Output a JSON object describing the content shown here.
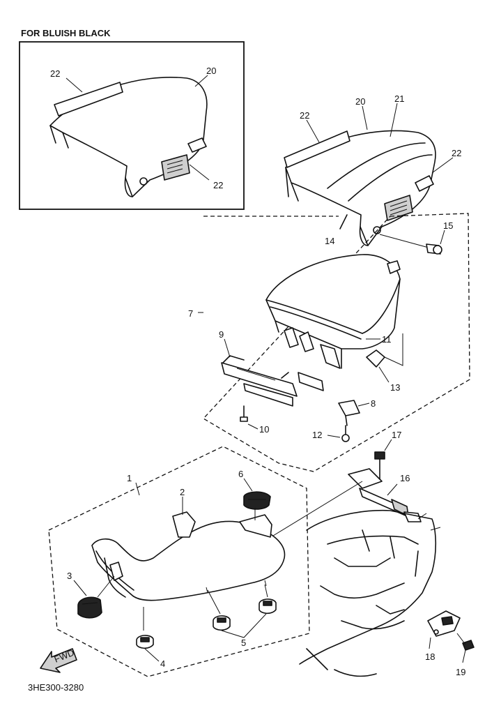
{
  "header": {
    "variant_label": "FOR BLUISH BLACK"
  },
  "callouts": {
    "c1": "1",
    "c2": "2",
    "c3": "3",
    "c4": "4",
    "c5": "5",
    "c6": "6",
    "c7": "7",
    "c8": "8",
    "c9": "9",
    "c10": "10",
    "c11": "11",
    "c12": "12",
    "c13": "13",
    "c14": "14",
    "c15": "15",
    "c16": "16",
    "c17": "17",
    "c18": "18",
    "c19": "19",
    "c20": "20",
    "c21": "21",
    "c20_inset": "20",
    "c22_inset_a": "22",
    "c22_inset_b": "22",
    "c22_a": "22",
    "c22_b": "22"
  },
  "footer": {
    "part_code": "3HE300-3280",
    "front_arrow_text": "FWD"
  }
}
